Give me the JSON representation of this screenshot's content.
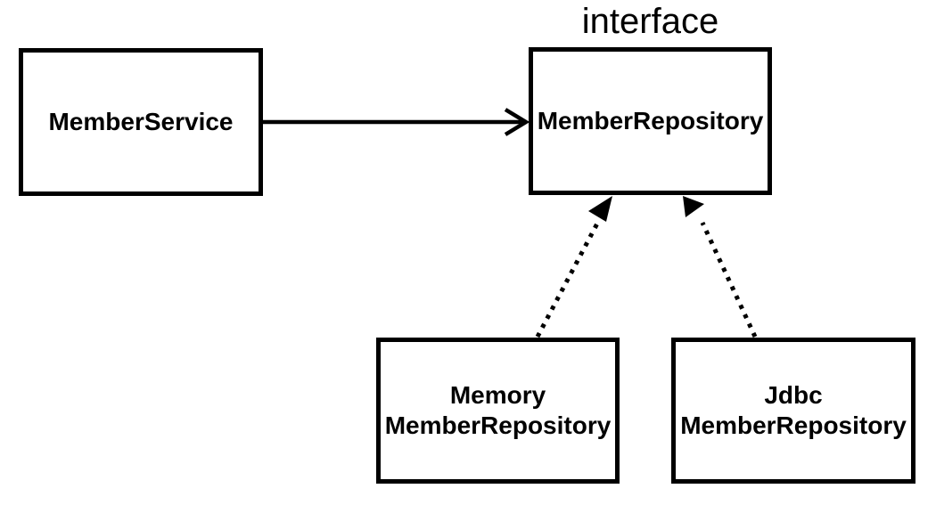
{
  "colors": {
    "ink": "#000000",
    "paper": "#ffffff"
  },
  "interface_label": "interface",
  "nodes": {
    "member_service": {
      "label": "MemberService"
    },
    "member_repository": {
      "label": "MemberRepository",
      "stereotype": "interface"
    },
    "memory_member_repository": {
      "line1": "Memory",
      "line2": "MemberRepository"
    },
    "jdbc_member_repository": {
      "line1": "Jdbc",
      "line2": "MemberRepository"
    }
  },
  "edges": [
    {
      "from": "MemberService",
      "to": "MemberRepository",
      "style": "solid",
      "arrowhead": "open",
      "type": "dependency"
    },
    {
      "from": "MemoryMemberRepository",
      "to": "MemberRepository",
      "style": "dotted",
      "arrowhead": "filled-triangle",
      "type": "implements"
    },
    {
      "from": "JdbcMemberRepository",
      "to": "MemberRepository",
      "style": "dotted",
      "arrowhead": "filled-triangle",
      "type": "implements"
    }
  ]
}
